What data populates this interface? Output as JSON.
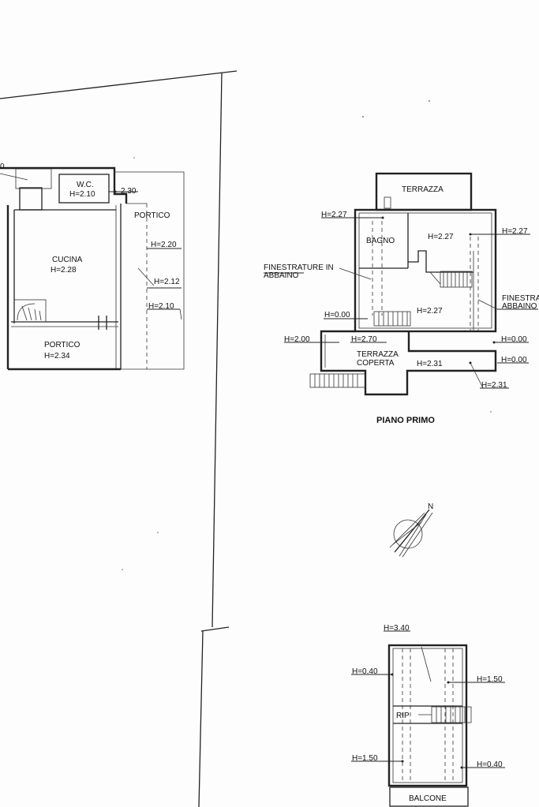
{
  "ground_floor": {
    "label_cut": "0",
    "wc": "W.C.",
    "wc_h": "H=2.10",
    "wc_side_h": "2.30",
    "portico_top": "PORTICO",
    "h_220": "H=2.20",
    "cucina": "CUCINA",
    "cucina_h": "H=2.28",
    "h_212": "H=2.12",
    "h_210": "H=2.10",
    "portico_bottom": "PORTICO",
    "portico_bottom_h": "H=2.34"
  },
  "first_floor": {
    "terrazza": "TERRAZZA",
    "h_227_left": "H=2.27",
    "bagno": "BAGNO",
    "room_h_1": "H=2.27",
    "h_227_right": "H=2.27",
    "finestrature_l1": "FINESTRATURE IN",
    "finestrature_l2": "ABBAINO",
    "finestra_r1": "FINESTRA",
    "finestra_r2": "ABBAINO",
    "h_000_left": "H=0.00",
    "room_h_2": "H=2.27",
    "h_000_r1": "H=0.00",
    "h_200": "H=2.00",
    "h_270": "H=2.70",
    "terrazza_coperta_1": "TERRAZZA",
    "terrazza_coperta_2": "COPERTA",
    "h_231_mid": "H=2.31",
    "h_000_r2": "H=0.00",
    "h_231_bottom": "H=2.31",
    "title": "PIANO PRIMO"
  },
  "compass": {
    "north": "N"
  },
  "attic": {
    "h_340": "H=3.40",
    "h_040_left": "H=0.40",
    "h_150_right": "H=1.50",
    "rip": "RIP",
    "h_150_left": "H=1.50",
    "h_040_right": "H=0.40",
    "balcone": "BALCONE"
  }
}
